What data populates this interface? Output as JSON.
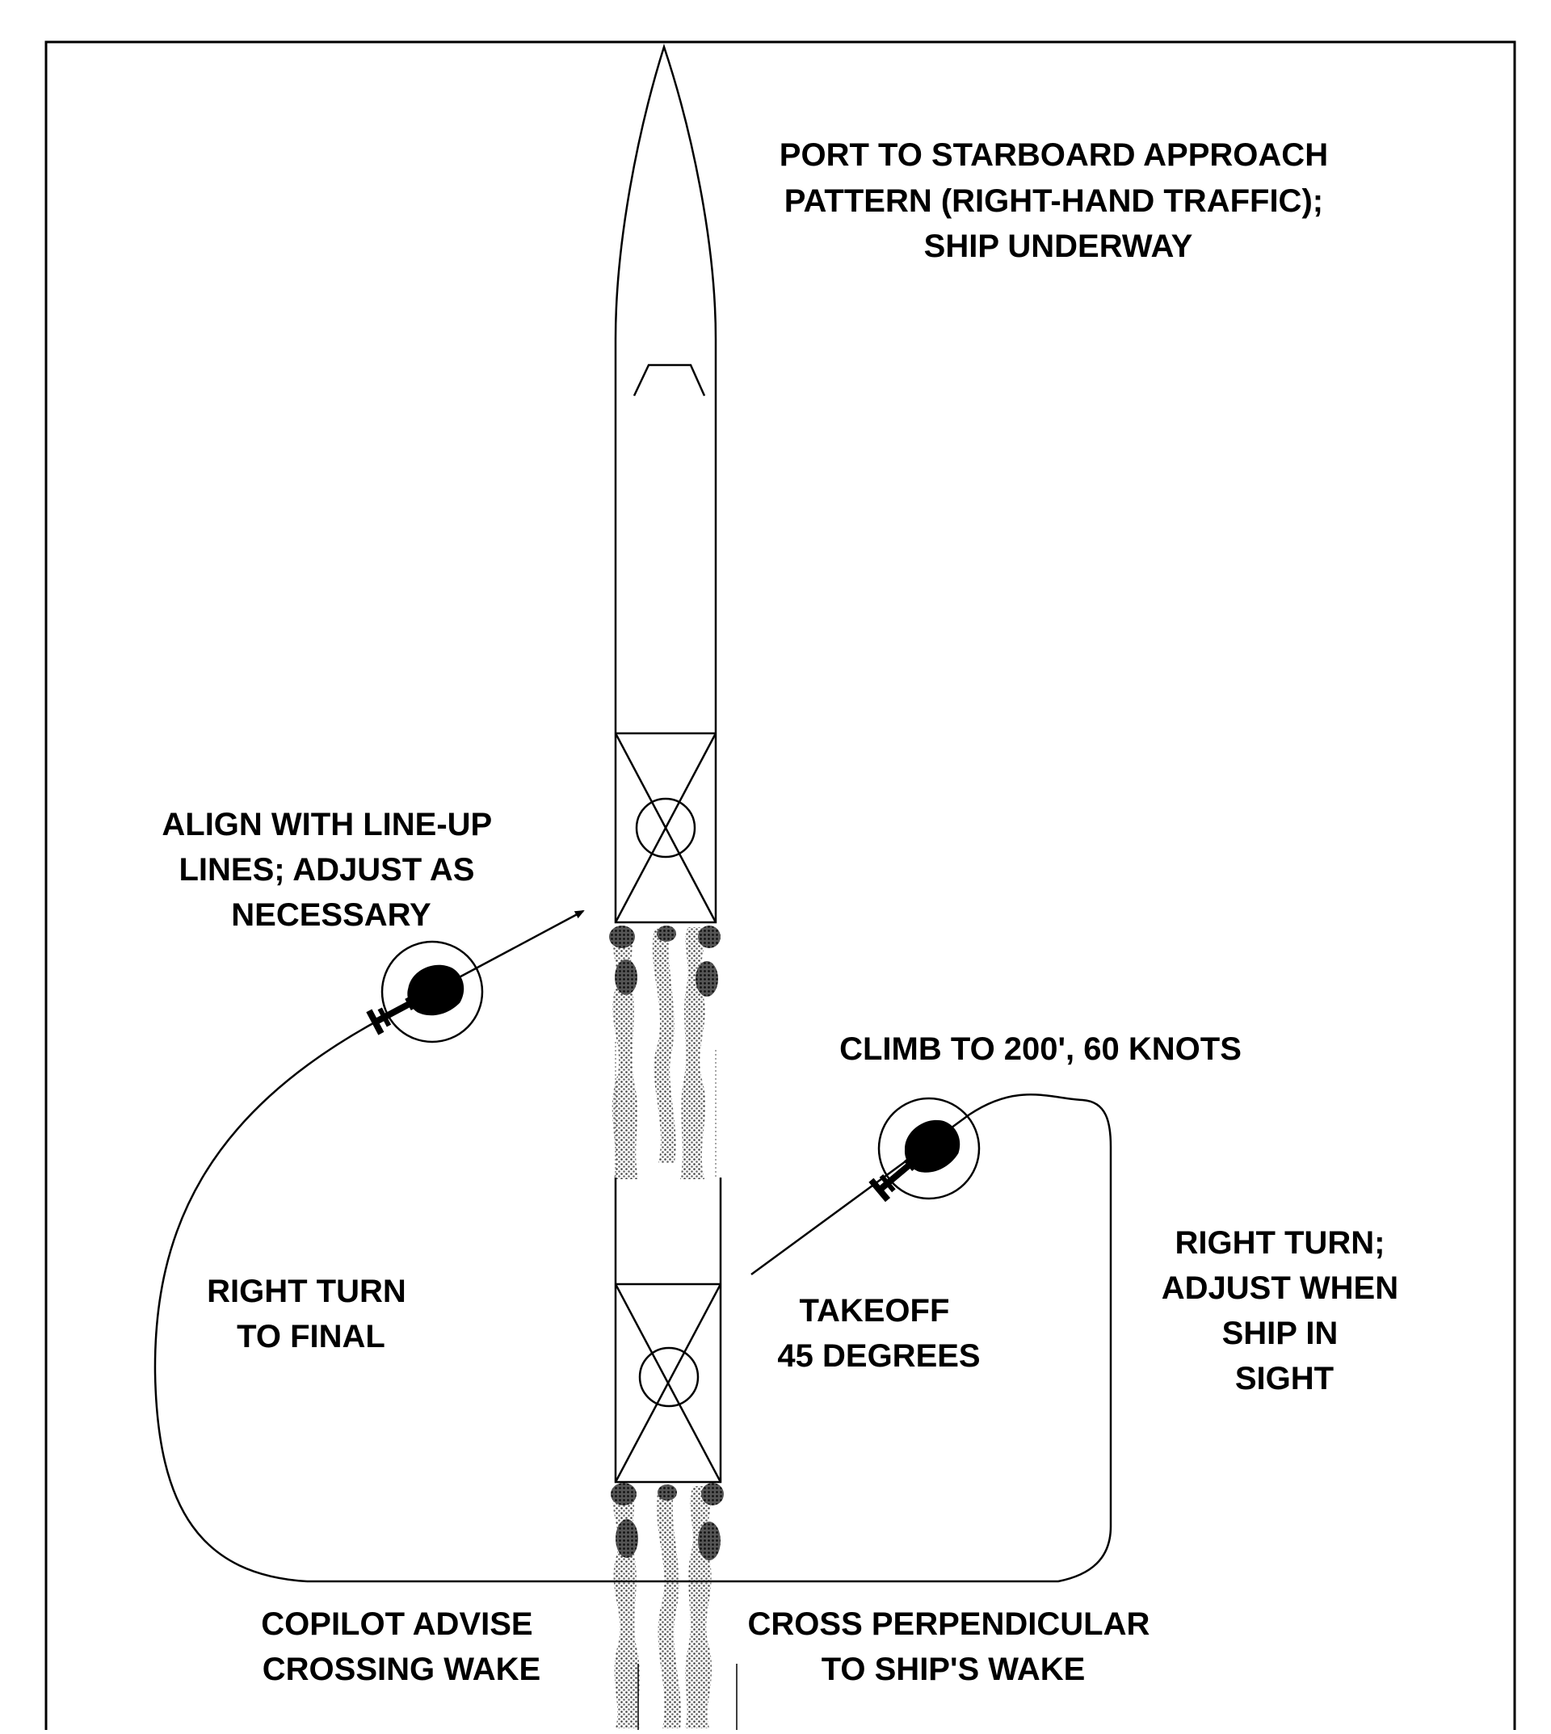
{
  "title": [
    "PORT TO STARBOARD APPROACH",
    "PATTERN (RIGHT-HAND TRAFFIC);",
    "SHIP UNDERWAY"
  ],
  "labels": {
    "align": [
      "ALIGN WITH LINE-UP",
      "LINES;  ADJUST AS",
      "NECESSARY"
    ],
    "climb": [
      "CLIMB TO 200', 60 KNOTS"
    ],
    "right_turn_final": [
      "RIGHT TURN",
      "TO FINAL"
    ],
    "takeoff": [
      "TAKEOFF",
      "45 DEGREES"
    ],
    "right_turn_adjust": [
      "RIGHT TURN;",
      "ADJUST WHEN",
      "SHIP IN",
      "SIGHT"
    ],
    "copilot": [
      "COPILOT ADVISE",
      "CROSSING WAKE"
    ],
    "cross": [
      "CROSS PERPENDICULAR",
      "TO SHIP'S WAKE"
    ]
  },
  "icons": {
    "ship": "ship-hull-icon",
    "helicopter": "helicopter-icon",
    "wake": "wake-icon",
    "landing_spot": "landing-spot-icon"
  },
  "colors": {
    "line": "#000000",
    "background": "#ffffff",
    "wake_fill": "#9a9a9a"
  }
}
